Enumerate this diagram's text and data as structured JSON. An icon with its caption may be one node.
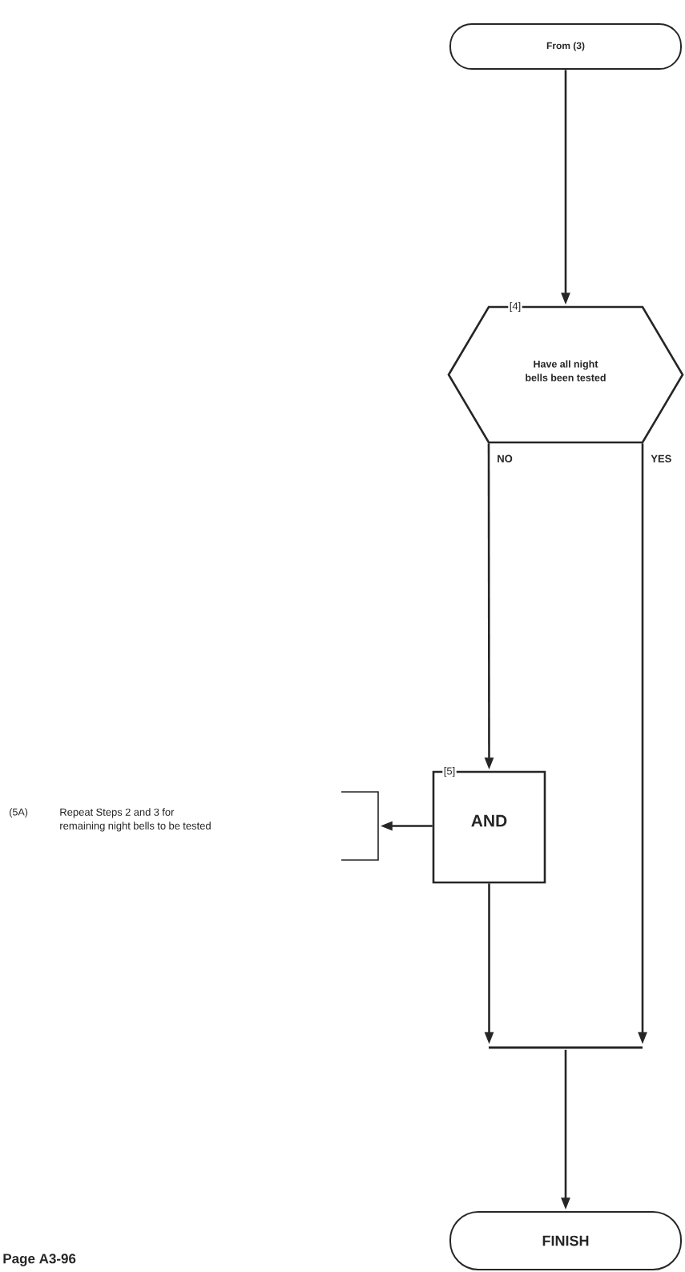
{
  "diagram": {
    "nodes": [
      {
        "text": [
          "From (3)"
        ]
      },
      {
        "text": [
          "[4]",
          "Have all night bells been tested"
        ]
      },
      {
        "text": [
          "[5]",
          "AND"
        ]
      },
      {
        "text": [],
        "shape": "bar"
      },
      {
        "text": [
          "FINISH"
        ]
      },
      {
        "text": [
          "(5A)",
          "Repeat Steps 2 and 3 for remaining night bells to be tested"
        ]
      }
    ],
    "edges": [
      {
        "from": 0,
        "to": 1,
        "arrow": "to"
      },
      {
        "from": 1,
        "to": 2,
        "arrow": "to",
        "label": "NO"
      },
      {
        "from": 1,
        "to": 3,
        "arrow": "to",
        "label": "YES"
      },
      {
        "from": 2,
        "to": 3,
        "arrow": "to"
      },
      {
        "from": 3,
        "to": 4,
        "arrow": "to"
      },
      {
        "from": 2,
        "to": 5,
        "arrow": "to"
      }
    ],
    "labels": [
      "Page A3-96"
    ]
  }
}
